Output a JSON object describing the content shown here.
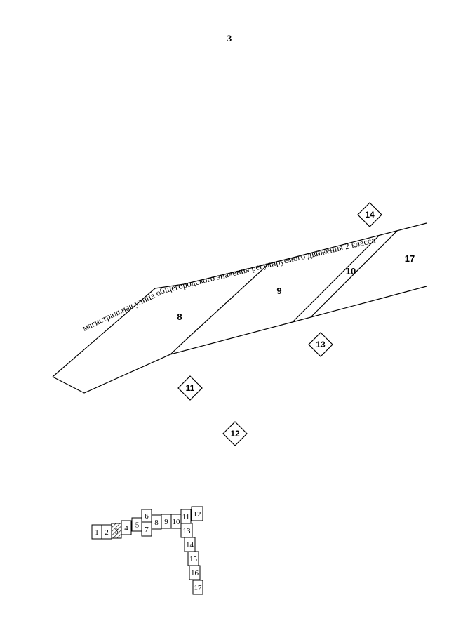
{
  "page": {
    "number": "3"
  },
  "plan": {
    "street_label": "магистральная улица общегородского значения регулируемого движения 2 класса",
    "zones": {
      "z8": "8",
      "z9": "9",
      "z10": "10",
      "z17": "17"
    },
    "markers": {
      "m11": "11",
      "m12": "12",
      "m13": "13",
      "m14": "14"
    }
  },
  "index_map": {
    "cells": [
      "1",
      "2",
      "3",
      "4",
      "5",
      "6",
      "7",
      "8",
      "9",
      "10",
      "11",
      "12",
      "13",
      "14",
      "15",
      "16",
      "17"
    ]
  }
}
